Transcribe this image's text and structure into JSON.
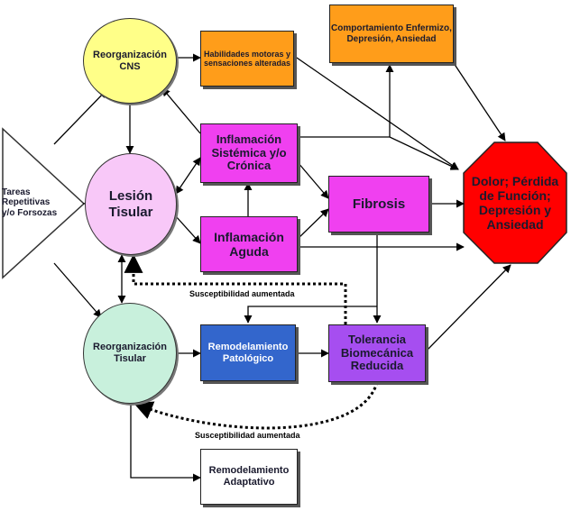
{
  "colors": {
    "yellow": "#ffff88",
    "pink": "#f8c8f8",
    "mint": "#c8f0dc",
    "orange": "#ff9d1a",
    "magenta": "#f040f0",
    "purple": "#a64ef0",
    "blue": "#3366cc",
    "red": "#ff0000",
    "white": "#ffffff"
  },
  "nodes": {
    "tareas": "Tareas Repetitivas y/o Forsozas",
    "reorg_cns": "Reorganización CNS",
    "lesion": "Lesión Tisular",
    "reorg_tisular": "Reorganización Tisular",
    "habilidades": "Habilidades motoras y sensaciones alteradas",
    "comportamiento": "Comportamiento Enfermizo, Depresión, Ansiedad",
    "infl_sistemica": "Inflamación Sistémica y/o Crónica",
    "infl_aguda": "Inflamación Aguda",
    "fibrosis": "Fibrosis",
    "remodel_patologico": "Remodelamiento Patológico",
    "tolerancia": "Tolerancia Biomecánica Reducida",
    "remodel_adaptativo": "Remodelamiento Adaptativo",
    "dolor": "Dolor; Pérdida de Función; Depresión y Ansiedad"
  },
  "labels": {
    "susceptibilidad_1": "Susceptibilidad aumentada",
    "susceptibilidad_2": "Susceptibilidad aumentada"
  }
}
